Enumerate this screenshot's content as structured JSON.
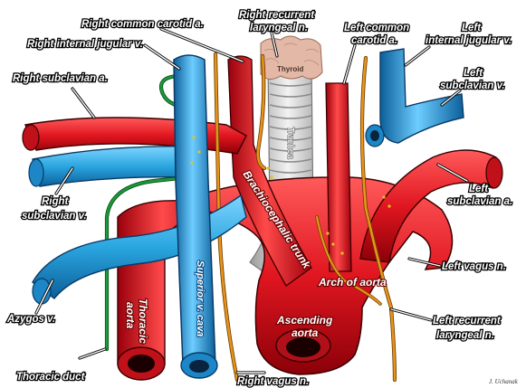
{
  "labels": {
    "right_common_carotid": "Right common carotid a.",
    "right_recurrent_1": "Right recurrent",
    "right_recurrent_2": "laryngeal n.",
    "left_common_carotid_1": "Left common",
    "left_common_carotid_2": "carotid a.",
    "left_internal_jugular_1": "Left",
    "left_internal_jugular_2": "internal jugular v.",
    "right_internal_jugular": "Right internal jugular v.",
    "right_subclavian_artery": "Right subclavian a.",
    "left_subclavian_vein_1": "Left",
    "left_subclavian_vein_2": "subclavian v.",
    "thyroid": "Thyroid",
    "trachea": "Trachea",
    "brachiocephalic_trunk": "Brachiocephalic trunk",
    "right_subclavian_vein_1": "Right",
    "right_subclavian_vein_2": "subclavian v.",
    "left_subclavian_artery_1": "Left",
    "left_subclavian_artery_2": "subclavian a.",
    "left_vagus": "Left vagus n.",
    "arch_of_aorta": "Arch of aorta",
    "superior_vena_cava": "Superior v. cava",
    "thoracic_aorta_1": "Thoracic",
    "thoracic_aorta_2": "aorta",
    "ascending_aorta_1": "Ascending",
    "ascending_aorta_2": "aorta",
    "azygos": "Azygos v.",
    "left_recurrent_1": "Left recurrent",
    "left_recurrent_2": "laryngeal n.",
    "thoracic_duct": "Thoracic duct",
    "right_vagus": "Right vagus n.",
    "signature": "J. Uchanak"
  },
  "colors": {
    "artery": "#e01620",
    "vein": "#2aa6e0",
    "nerve": "#e8941a",
    "duct": "#1a9a3a",
    "trachea": "#d6d6d6",
    "thyroid": "#e3b8a6",
    "outline": "#3a0000"
  }
}
